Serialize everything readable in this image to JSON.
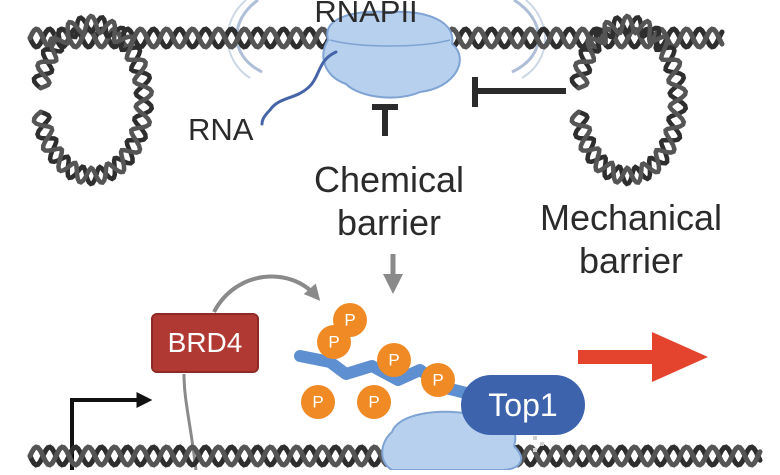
{
  "labels": {
    "polymerase": "RNAPII",
    "transcript": "RNA",
    "chemical_barrier": "Chemical\nbarrier",
    "mechanical_barrier": "Mechanical\nbarrier",
    "bromodomain_protein": "BRD4",
    "topoisomerase": "Top1",
    "phospho_site": "P"
  },
  "colors": {
    "dna_strand": "#2e2e2e",
    "polymerase_fill": "#b7d0ee",
    "polymerase_edge": "#7fa3d3",
    "brd4_fill": "#b03a33",
    "top1_fill": "#3d63ac",
    "phospho_fill": "#f08a24",
    "ctd_tail": "#5e8fd0",
    "progress_arrow": "#e4432e",
    "gray_arrow": "#8a8a8a"
  },
  "icons": [
    "chromatin-loop-icon",
    "inhibition-bar-icon",
    "promoter-arrow-icon",
    "rotation-arc-icon"
  ]
}
